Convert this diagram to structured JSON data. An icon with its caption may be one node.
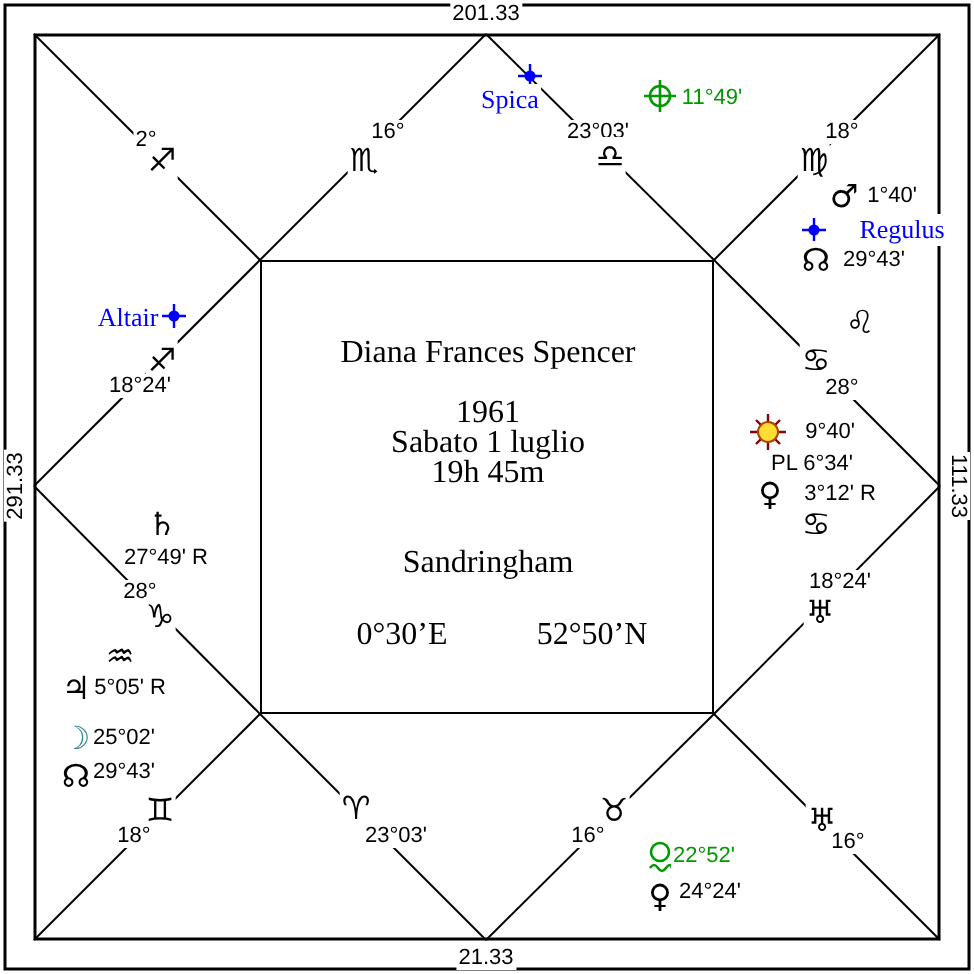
{
  "diagram": {
    "nodes": [
      {
        "text": [
          "Diana Frances Spencer",
          "1961",
          "Sabato 1 luglio",
          "19h 45m",
          "Sandringham",
          "0°30’E",
          "52°50’N"
        ]
      }
    ],
    "edges": [],
    "labels": [
      "201.33",
      "Spica",
      "11°49'",
      "2°",
      "16°",
      "23°03'",
      "18°",
      "♐",
      "♏",
      "♎",
      "♍",
      "♂",
      "1°40'",
      "Regulus",
      "☊",
      "29°43'",
      "Altair",
      "♌",
      "♐",
      "♋",
      "18°24'",
      "28°",
      "9°40'",
      "PL 6°34'",
      "291.33",
      "111.33",
      "♀",
      "3°12' R",
      "♄",
      "♋",
      "27°49' R",
      "18°24'",
      "28°",
      "♑",
      "♅",
      "♒",
      "♃",
      "5°05' R",
      "☽",
      "25°02'",
      "☊",
      "29°43'",
      "♊",
      "♈",
      "♉",
      "♅",
      "18°",
      "23°03'",
      "16°",
      "16°",
      "22°52'",
      "♀",
      "24°24'",
      "21.33"
    ]
  }
}
